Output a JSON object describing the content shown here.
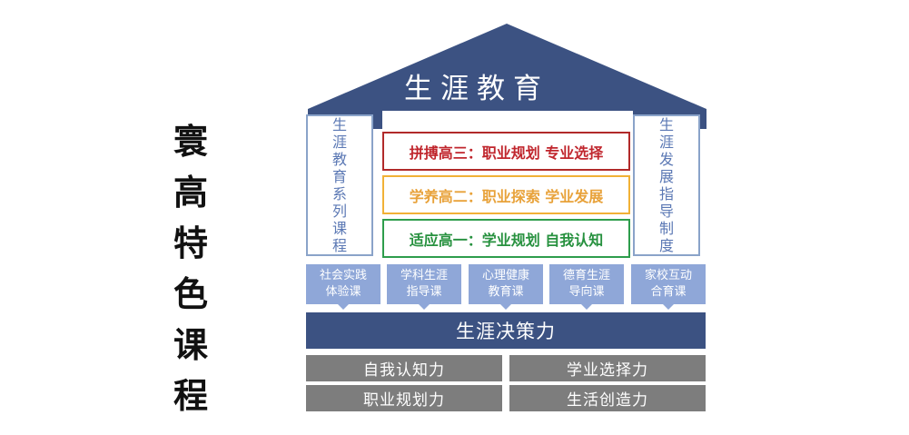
{
  "side_title": [
    "寰",
    "高",
    "特",
    "色",
    "课",
    "程"
  ],
  "roof_title": "生涯教育",
  "left_column": [
    "生",
    "涯",
    "教",
    "育",
    "系",
    "列",
    "课",
    "程"
  ],
  "right_column": [
    "生",
    "涯",
    "发",
    "展",
    "指",
    "导",
    "制",
    "度"
  ],
  "grades": {
    "g3": "拼搏高三：职业规划 专业选择",
    "g2": "学养高二：职业探索 学业发展",
    "g1": "适应高一：学业规划 自我认知"
  },
  "courses": [
    {
      "line1": "社会实践",
      "line2": "体验课"
    },
    {
      "line1": "学科生涯",
      "line2": "指导课"
    },
    {
      "line1": "心理健康",
      "line2": "教育课"
    },
    {
      "line1": "德育生涯",
      "line2": "导向课"
    },
    {
      "line1": "家校互动",
      "line2": "合育课"
    }
  ],
  "decision": "生涯决策力",
  "abilities": [
    "自我认知力",
    "学业选择力",
    "职业规划力",
    "生活创造力"
  ],
  "colors": {
    "navy": "#3c5282",
    "light_blue": "#8fa7d8",
    "red": "#c0262d",
    "orange": "#e8a23a",
    "green": "#27913f",
    "gray": "#7d7d7d"
  }
}
